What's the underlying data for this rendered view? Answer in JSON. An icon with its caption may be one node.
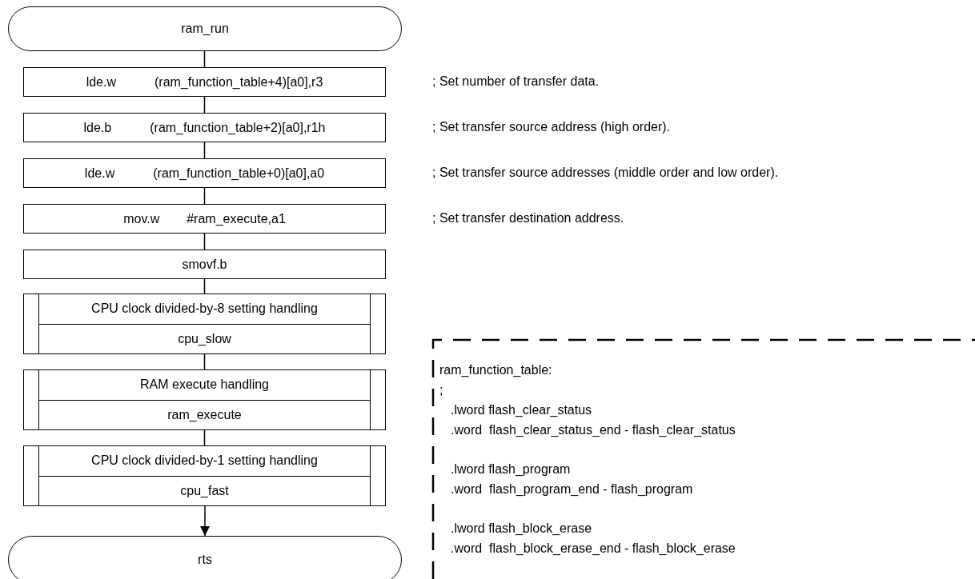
{
  "diagram": {
    "nodes": [
      {
        "text": [
          "ram_run"
        ]
      },
      {
        "text": [
          "lde.w",
          "(ram_function_table+4)[a0],r3"
        ],
        "beside": [
          "; Set number of transfer data."
        ]
      },
      {
        "text": [
          "lde.b",
          "(ram_function_table+2)[a0],r1h"
        ],
        "beside": [
          "; Set transfer source address (high order)."
        ]
      },
      {
        "text": [
          "lde.w",
          "(ram_function_table+0)[a0],a0"
        ],
        "beside": [
          "; Set transfer source addresses (middle order and low order)."
        ]
      },
      {
        "text": [
          "mov.w",
          "#ram_execute,a1"
        ],
        "beside": [
          "; Set transfer destination address."
        ]
      },
      {
        "text": [
          "smovf.b"
        ]
      },
      {
        "text": [
          "CPU clock divided-by-8 setting handling",
          "cpu_slow"
        ]
      },
      {
        "text": [
          "RAM execute handling",
          "ram_execute"
        ]
      },
      {
        "text": [
          "CPU clock divided-by-1 setting handling",
          "cpu_fast"
        ]
      },
      {
        "text": [
          "rts"
        ]
      },
      {
        "text": [
          "ram_function_table:",
          ";",
          ".lword flash_clear_status",
          ".word  flash_clear_status_end - flash_clear_status",
          ".lword flash_program",
          ".word  flash_program_end - flash_program",
          ".lword flash_block_erase",
          ".word  flash_block_erase_end - flash_block_erase"
        ]
      }
    ],
    "edges": [
      {
        "from": 0,
        "to": 1,
        "arrow": "none"
      },
      {
        "from": 1,
        "to": 2,
        "arrow": "none"
      },
      {
        "from": 2,
        "to": 3,
        "arrow": "none"
      },
      {
        "from": 3,
        "to": 4,
        "arrow": "none"
      },
      {
        "from": 4,
        "to": 5,
        "arrow": "none"
      },
      {
        "from": 5,
        "to": 6,
        "arrow": "none"
      },
      {
        "from": 6,
        "to": 7,
        "arrow": "none"
      },
      {
        "from": 7,
        "to": 8,
        "arrow": "none"
      },
      {
        "from": 8,
        "to": 9,
        "arrow": "to"
      }
    ]
  }
}
